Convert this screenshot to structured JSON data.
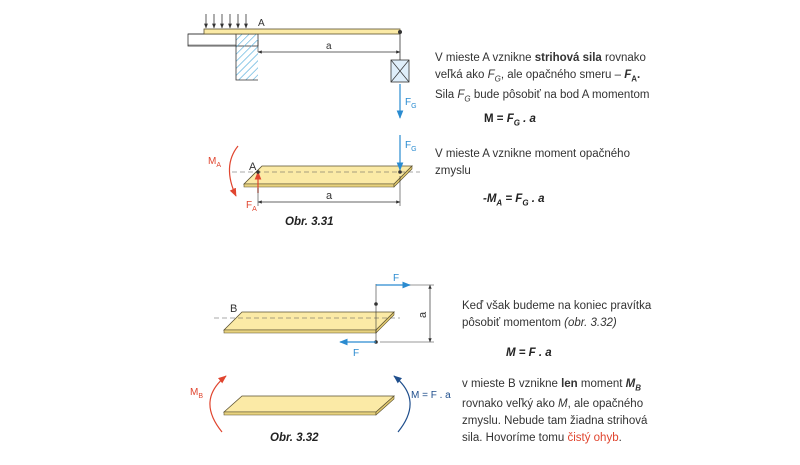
{
  "fig31": {
    "point_a": "A",
    "dim_a": "a",
    "force_fg": "F",
    "force_fg_sub": "G",
    "moment_ma": "M",
    "moment_ma_sub": "A",
    "force_fa": "F",
    "force_fa_sub": "A",
    "point_a2": "A",
    "dim_a2": "a",
    "caption": "Obr. 3.31"
  },
  "text31": {
    "p1_a": "V mieste A vznikne ",
    "p1_b": "strihová sila",
    "p1_c": " rovnako",
    "p1_d": "veľká ako ",
    "p1_e": "F",
    "p1_f": "G",
    "p1_g": ", ale opačného smeru – ",
    "p1_h": "F",
    "p1_i": "A",
    "p1_j": ".",
    "p1_k": "Sila ",
    "p1_l": "F",
    "p1_m": "G",
    "p1_n": " bude pôsobiť na bod A momentom",
    "eq1_a": "M = ",
    "eq1_b": "F",
    "eq1_c": "G",
    "eq1_d": " . a",
    "p2_a": "V mieste A vznikne moment opačného",
    "p2_b": "zmyslu",
    "eq2_a": "-M",
    "eq2_b": "A",
    "eq2_c": " = F",
    "eq2_d": "G",
    "eq2_e": " . a"
  },
  "fig32": {
    "point_b": "B",
    "force_f_top": "F",
    "force_f_bottom": "F",
    "dim_a": "a",
    "moment_mb": "M",
    "moment_mb_sub": "B",
    "moment_m": "M = F . a",
    "caption": "Obr. 3.32"
  },
  "text32": {
    "p1_a": "Keď však budeme na koniec pravítka",
    "p1_b": "pôsobiť momentom ",
    "p1_c": "(obr. 3.32)",
    "eq_a": "M = F . a",
    "p2_a": "v mieste B vznikne ",
    "p2_b": "len",
    "p2_c": " moment ",
    "p2_d": "M",
    "p2_e": "B",
    "p2_f": "rovnako veľký ako ",
    "p2_g": "M",
    "p2_h": ", ale opačného",
    "p2_i": "zmyslu. Nebude tam žiadna strihová",
    "p2_j": "sila. Hovoríme tomu ",
    "p2_k": "čistý ohyb",
    "p2_l": "."
  },
  "colors": {
    "ruler_fill": "#fbeaa6",
    "ruler_edge": "#5a5030",
    "blue": "#2a8bd0",
    "red": "#e0452f",
    "hatch": "#4aa8d8",
    "dark_blue": "#1f4e8c"
  }
}
